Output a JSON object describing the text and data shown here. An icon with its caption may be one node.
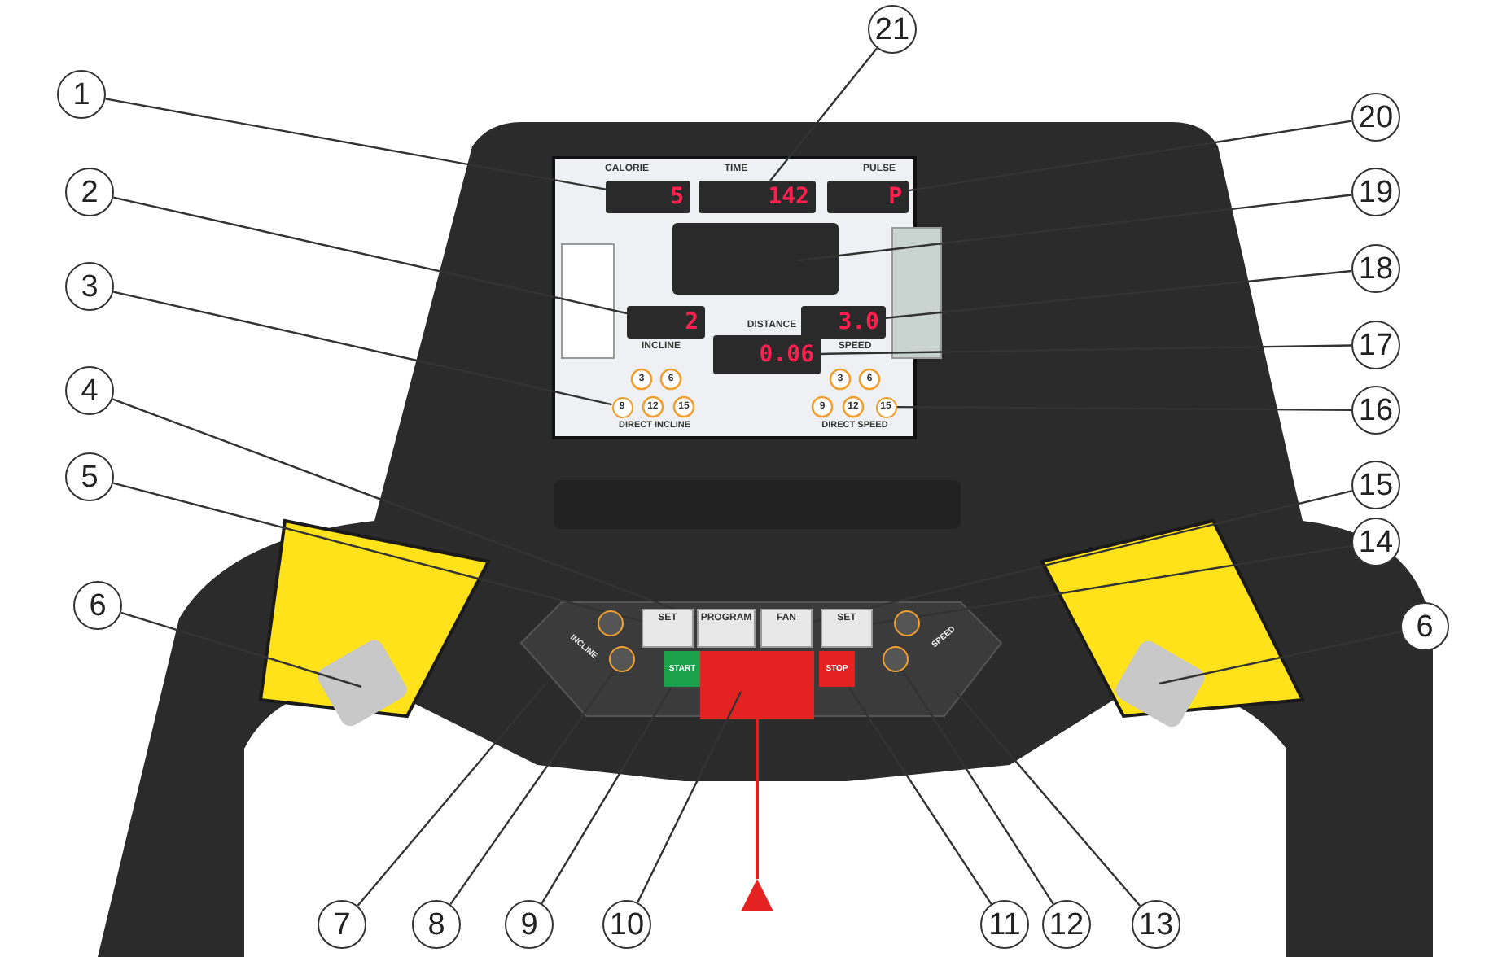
{
  "diagram": {
    "nodes": [
      {
        "text": [
          "1"
        ]
      },
      {
        "text": [
          "2"
        ]
      },
      {
        "text": [
          "3"
        ]
      },
      {
        "text": [
          "4"
        ]
      },
      {
        "text": [
          "5"
        ]
      },
      {
        "text": [
          "6"
        ]
      },
      {
        "text": [
          "6"
        ]
      },
      {
        "text": [
          "7"
        ]
      },
      {
        "text": [
          "8"
        ]
      },
      {
        "text": [
          "9"
        ]
      },
      {
        "text": [
          "10"
        ]
      },
      {
        "text": [
          "11"
        ]
      },
      {
        "text": [
          "12"
        ]
      },
      {
        "text": [
          "13"
        ]
      },
      {
        "text": [
          "14"
        ]
      },
      {
        "text": [
          "15"
        ]
      },
      {
        "text": [
          "16"
        ]
      },
      {
        "text": [
          "17"
        ]
      },
      {
        "text": [
          "18"
        ]
      },
      {
        "text": [
          "19"
        ]
      },
      {
        "text": [
          "20"
        ]
      },
      {
        "text": [
          "21"
        ]
      },
      {
        "text": [
          "5"
        ]
      },
      {
        "text": [
          "142"
        ]
      },
      {
        "text": [
          "P"
        ]
      },
      {
        "text": [
          "2"
        ]
      },
      {
        "text": [
          "0.06"
        ]
      },
      {
        "text": [
          "3.0"
        ]
      },
      {
        "text": [
          "9"
        ]
      },
      {
        "text": [
          "15"
        ]
      },
      {
        "text": [
          "START"
        ]
      },
      {
        "text": [
          "STOP"
        ]
      },
      {
        "text": [
          "SET"
        ]
      },
      {
        "text": [
          "PROGRAM"
        ]
      },
      {
        "text": [
          "FAN"
        ]
      },
      {
        "text": [
          "SET"
        ]
      },
      {
        "text": [],
        "shape": "circle"
      },
      {
        "text": [],
        "shape": "circle"
      },
      {
        "text": [],
        "shape": "circle"
      },
      {
        "text": [],
        "shape": "circle"
      }
    ],
    "edges": [
      {
        "from": 0,
        "to": 22,
        "arrow": "none"
      },
      {
        "from": 1,
        "to": 25,
        "arrow": "none"
      },
      {
        "from": 2,
        "to": 28,
        "arrow": "none"
      },
      {
        "from": 3,
        "to": 33,
        "arrow": "none"
      },
      {
        "from": 4,
        "to": 32,
        "arrow": "none"
      },
      {
        "from": 5,
        "to": null,
        "arrow": "none"
      },
      {
        "from": 6,
        "to": null,
        "arrow": "none"
      },
      {
        "from": 7,
        "to": null,
        "arrow": "none"
      },
      {
        "from": 8,
        "to": 37,
        "arrow": "none"
      },
      {
        "from": 9,
        "to": 30,
        "arrow": "none"
      },
      {
        "from": 10,
        "to": null,
        "arrow": "none"
      },
      {
        "from": 11,
        "to": 31,
        "arrow": "none"
      },
      {
        "from": 12,
        "to": 39,
        "arrow": "none"
      },
      {
        "from": 13,
        "to": null,
        "arrow": "none"
      },
      {
        "from": 14,
        "to": 35,
        "arrow": "none"
      },
      {
        "from": 15,
        "to": 34,
        "arrow": "none"
      },
      {
        "from": 16,
        "to": 29,
        "arrow": "none"
      },
      {
        "from": 17,
        "to": 26,
        "arrow": "none"
      },
      {
        "from": 18,
        "to": 27,
        "arrow": "none"
      },
      {
        "from": 19,
        "to": null,
        "arrow": "none"
      },
      {
        "from": 20,
        "to": 24,
        "arrow": "none"
      },
      {
        "from": 21,
        "to": 23,
        "arrow": "none"
      }
    ],
    "labels": [
      "CALORIE",
      "TIME",
      "PULSE",
      "DISTANCE",
      "INCLINE",
      "SPEED",
      "3",
      "6",
      "12",
      "15",
      "DIRECT INCLINE",
      "3",
      "6",
      "9",
      "12",
      "DIRECT SPEED",
      "INCLINE",
      "SPEED"
    ]
  }
}
